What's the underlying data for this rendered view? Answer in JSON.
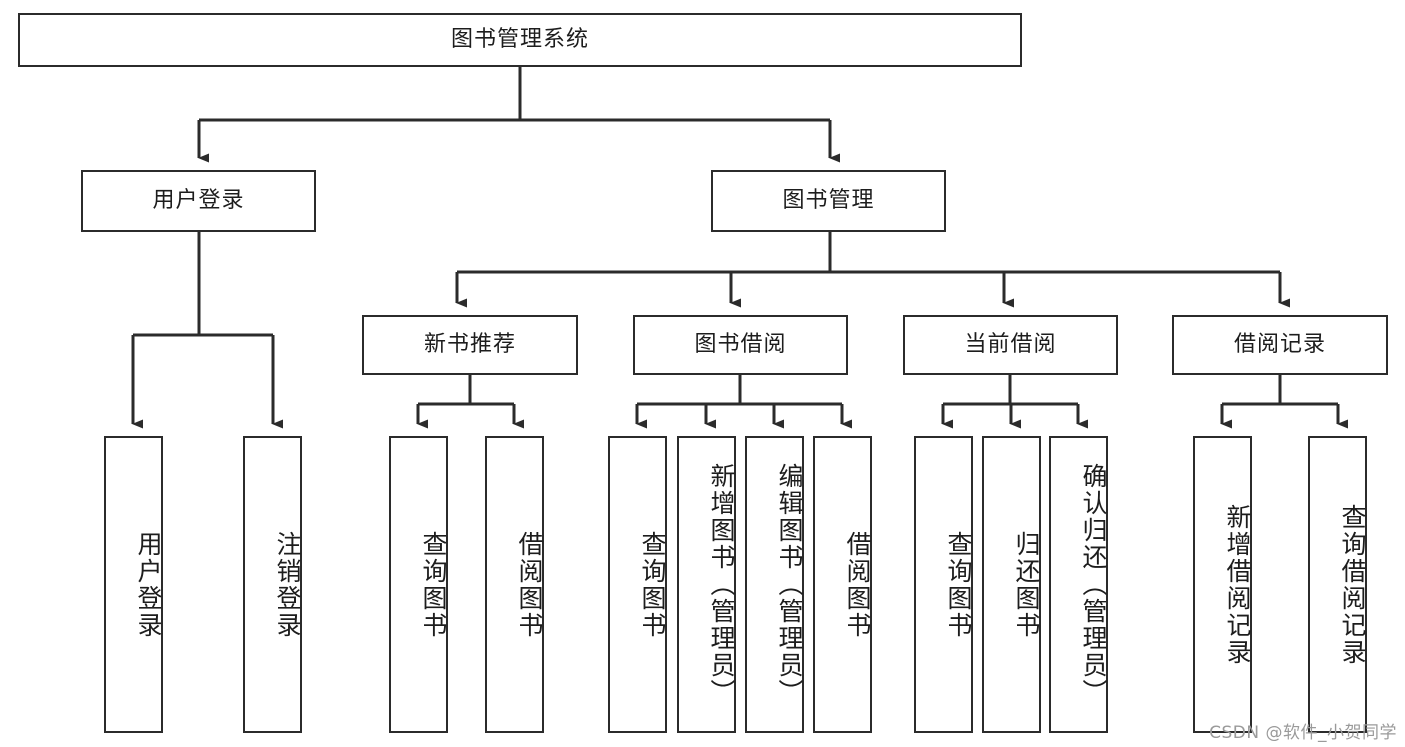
{
  "diagram": {
    "type": "tree-hierarchy-diagram",
    "title": "图书管理系统",
    "colors": {
      "stroke": "#2b2b2b",
      "fill": "#ffffff",
      "text": "#1d1d1d",
      "watermark": "#9a9a9a"
    },
    "levels": {
      "root": {
        "label": "图书管理系统"
      },
      "level2": [
        {
          "id": "user-login",
          "label": "用户登录"
        },
        {
          "id": "book-management",
          "label": "图书管理"
        }
      ],
      "level3": [
        {
          "id": "new-book-recommend",
          "label": "新书推荐"
        },
        {
          "id": "book-borrow",
          "label": "图书借阅"
        },
        {
          "id": "current-borrow",
          "label": "当前借阅"
        },
        {
          "id": "borrow-record",
          "label": "借阅记录"
        }
      ],
      "leaves": {
        "user-login": [
          {
            "id": "leaf-user-login",
            "label": "用户登录"
          },
          {
            "id": "leaf-logout-login",
            "label": "注销登录"
          }
        ],
        "new-book-recommend": [
          {
            "id": "leaf-query-book-1",
            "label": "查询图书"
          },
          {
            "id": "leaf-borrow-book-1",
            "label": "借阅图书"
          }
        ],
        "book-borrow": [
          {
            "id": "leaf-query-book-2",
            "label": "查询图书"
          },
          {
            "id": "leaf-add-book-admin",
            "label": "新增图书（管理员）"
          },
          {
            "id": "leaf-edit-book-admin",
            "label": "编辑图书（管理员）"
          },
          {
            "id": "leaf-borrow-book-2",
            "label": "借阅图书"
          }
        ],
        "current-borrow": [
          {
            "id": "leaf-query-book-3",
            "label": "查询图书"
          },
          {
            "id": "leaf-return-book",
            "label": "归还图书"
          },
          {
            "id": "leaf-confirm-return-admin",
            "label": "确认归还（管理员）"
          }
        ],
        "borrow-record": [
          {
            "id": "leaf-add-borrow-record",
            "label": "新增借阅记录"
          },
          {
            "id": "leaf-query-borrow-record",
            "label": "查询借阅记录"
          }
        ]
      }
    },
    "watermark": "CSDN @软件_小贺同学"
  }
}
